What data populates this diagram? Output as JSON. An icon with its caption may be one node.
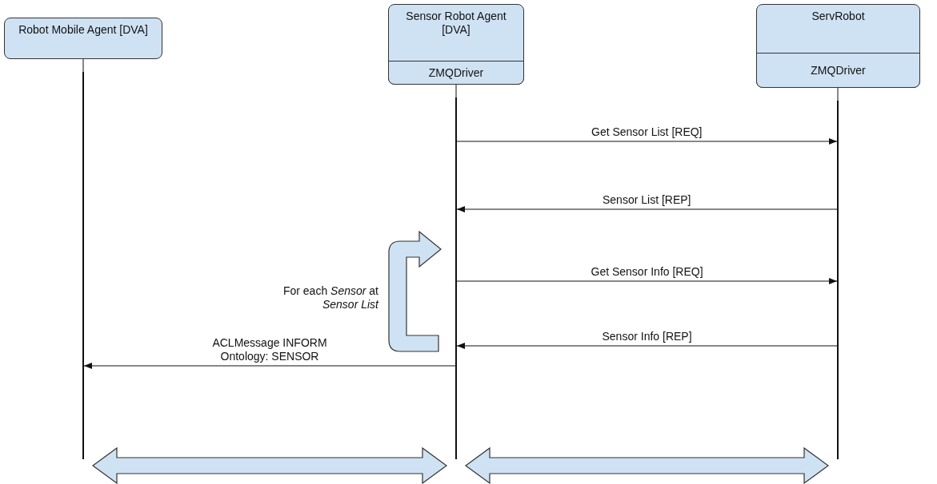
{
  "diagram": {
    "nodes": [
      {
        "text": [
          "Robot Mobile Agent [DVA]"
        ]
      },
      {
        "text": [
          "Sensor Robot Agent [DVA]"
        ]
      },
      {
        "text": [
          "ZMQDriver"
        ],
        "in": 1
      },
      {
        "text": [
          "ServRobot"
        ]
      },
      {
        "text": [
          "ZMQDriver"
        ],
        "in": 3
      },
      {
        "text": [],
        "shape": "bar"
      },
      {
        "text": [],
        "shape": "bar"
      },
      {
        "text": [],
        "shape": "bar"
      }
    ],
    "edges": [
      {
        "from": 0,
        "to": 5,
        "arrow": "none"
      },
      {
        "from": 2,
        "to": 6,
        "arrow": "none"
      },
      {
        "from": 4,
        "to": 7,
        "arrow": "none"
      },
      {
        "from": 6,
        "to": 7,
        "arrow": "to",
        "label": "Get Sensor List [REQ]"
      },
      {
        "from": 7,
        "to": 6,
        "arrow": "to",
        "label": "Sensor List [REP]"
      },
      {
        "from": 6,
        "to": 7,
        "arrow": "to",
        "label": "Get Sensor Info [REQ]"
      },
      {
        "from": 7,
        "to": 6,
        "arrow": "to",
        "label": "Sensor Info [REP]"
      },
      {
        "from": 6,
        "to": 5,
        "arrow": "to",
        "label": "ACLMessage INFORM Ontology: SENSOR"
      },
      {
        "from": 5,
        "to": 6,
        "arrow": "both",
        "style": "thick"
      },
      {
        "from": 6,
        "to": 7,
        "arrow": "both",
        "style": "thick"
      }
    ],
    "labels": [
      "For each *Sensor* at *Sensor List*"
    ]
  }
}
